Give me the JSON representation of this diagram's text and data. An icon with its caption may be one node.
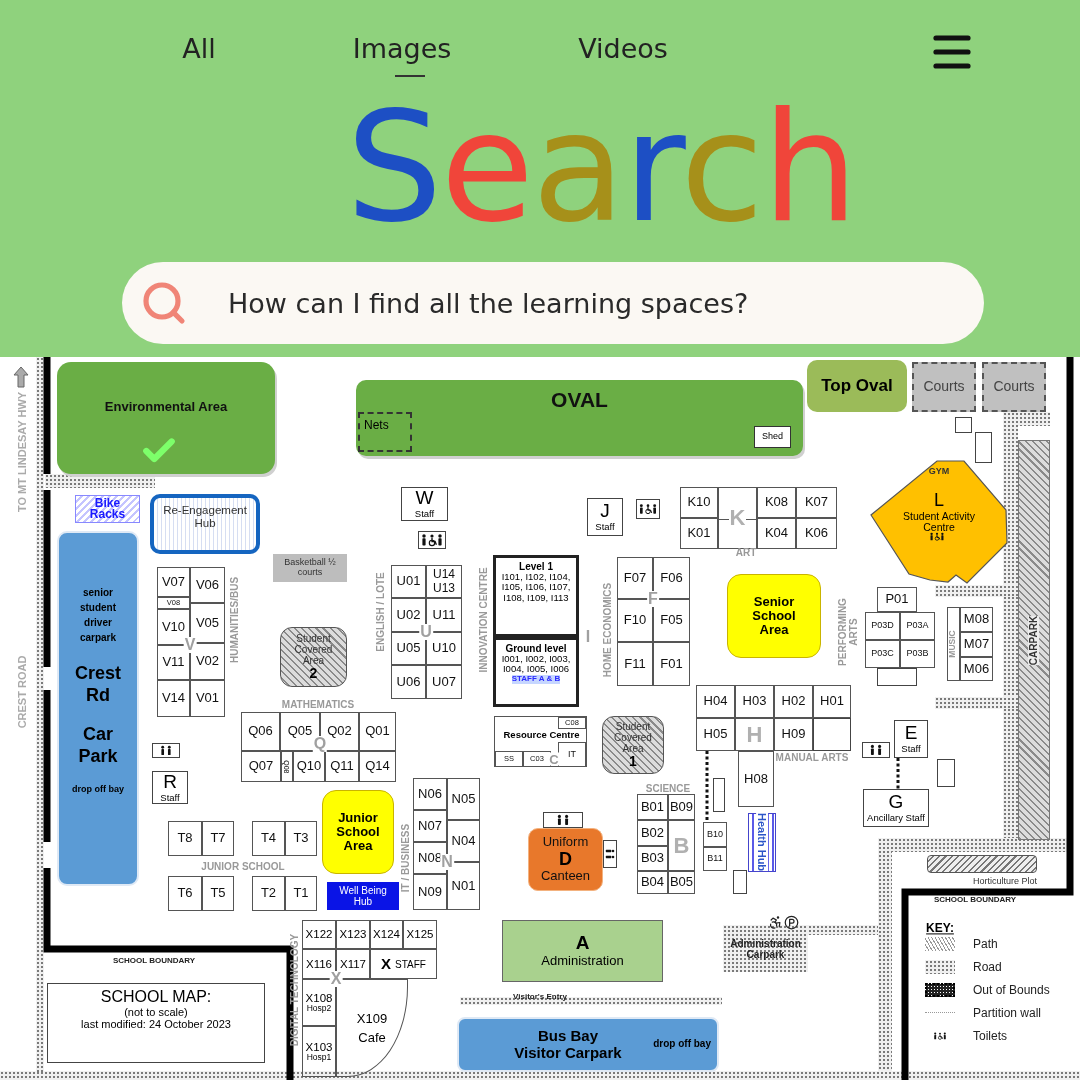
{
  "diagram": {
    "title": "Search",
    "nodes": [
      {
        "text": [
          "Environmental Area"
        ]
      },
      {
        "text": [
          "OVAL"
        ]
      },
      {
        "text": [
          "Nets"
        ],
        "in": 1
      },
      {
        "text": [
          "Shed"
        ],
        "in": 1
      },
      {
        "text": [
          "Top Oval"
        ]
      },
      {
        "text": [
          "Courts"
        ]
      },
      {
        "text": [
          "Courts"
        ]
      },
      {
        "text": [],
        "shape": "box"
      },
      {
        "text": [],
        "shape": "box"
      },
      {
        "text": [
          "Bike Racks"
        ]
      },
      {
        "text": [
          "Re-Engagement Hub"
        ]
      },
      {
        "text": [
          "W",
          "Staff"
        ]
      },
      {
        "text": [
          "Basketball ½ courts"
        ]
      },
      {
        "text": [
          "J",
          "Staff"
        ]
      },
      {
        "text": [
          "K10"
        ]
      },
      {
        "text": [
          "K"
        ]
      },
      {
        "text": [
          "K08"
        ]
      },
      {
        "text": [
          "K07"
        ]
      },
      {
        "text": [
          "K01"
        ]
      },
      {
        "text": [
          "K04"
        ]
      },
      {
        "text": [
          "K06"
        ]
      },
      {
        "text": [
          "GYM",
          "L",
          "Student Activity Centre"
        ]
      },
      {
        "text": [
          "senior student driver carpark",
          "Crest Rd",
          "Car Park",
          "drop off bay"
        ]
      },
      {
        "text": [
          "V07"
        ]
      },
      {
        "text": [
          "V06"
        ]
      },
      {
        "text": [
          "V08"
        ]
      },
      {
        "text": [
          "V10"
        ]
      },
      {
        "text": [
          "V05"
        ]
      },
      {
        "text": [
          "V11"
        ]
      },
      {
        "text": [
          "V02"
        ]
      },
      {
        "text": [
          "V14"
        ]
      },
      {
        "text": [
          "V01"
        ]
      },
      {
        "text": [
          "Student Covered Area",
          "2"
        ]
      },
      {
        "text": [
          "U01"
        ]
      },
      {
        "text": [
          "U14",
          "U13"
        ]
      },
      {
        "text": [
          "U02"
        ]
      },
      {
        "text": [
          "U11"
        ]
      },
      {
        "text": [
          "U05"
        ]
      },
      {
        "text": [
          "U10"
        ]
      },
      {
        "text": [
          "U06"
        ]
      },
      {
        "text": [
          "U07"
        ]
      },
      {
        "text": [
          "Level 1",
          "I101, I102, I104, I105, I106, I107, I108, I109, I113"
        ]
      },
      {
        "text": [
          "Ground level",
          "I001, I002, I003, I004, I005, I006",
          "STAFF A & B"
        ]
      },
      {
        "text": [
          "F07"
        ]
      },
      {
        "text": [
          "F06"
        ]
      },
      {
        "text": [
          "F10"
        ]
      },
      {
        "text": [
          "F05"
        ]
      },
      {
        "text": [
          "F11"
        ]
      },
      {
        "text": [
          "F01"
        ]
      },
      {
        "text": [
          "Senior School Area"
        ]
      },
      {
        "text": [
          "P01"
        ]
      },
      {
        "text": [
          "P03D"
        ]
      },
      {
        "text": [
          "P03A"
        ]
      },
      {
        "text": [
          "P03C"
        ]
      },
      {
        "text": [
          "P03B"
        ]
      },
      {
        "text": [],
        "shape": "box"
      },
      {
        "text": [
          "M08"
        ]
      },
      {
        "text": [
          "M07"
        ]
      },
      {
        "text": [
          "M06"
        ]
      },
      {
        "text": [
          "CARPARK"
        ]
      },
      {
        "text": [
          "Q06"
        ]
      },
      {
        "text": [
          "Q05"
        ]
      },
      {
        "text": [
          "Q02"
        ]
      },
      {
        "text": [
          "Q01"
        ]
      },
      {
        "text": [
          "Q07"
        ]
      },
      {
        "text": [
          "Q08"
        ]
      },
      {
        "text": [
          "Q10"
        ]
      },
      {
        "text": [
          "Q11"
        ]
      },
      {
        "text": [
          "Q14"
        ]
      },
      {
        "text": [
          "C"
        ]
      },
      {
        "text": [
          "C08"
        ],
        "in": 69
      },
      {
        "text": [
          "Resource Centre"
        ],
        "in": 69
      },
      {
        "text": [
          "IT"
        ],
        "in": 69
      },
      {
        "text": [
          "SS"
        ],
        "in": 69
      },
      {
        "text": [
          "C03"
        ],
        "in": 69
      },
      {
        "text": [
          "Student Covered Area",
          "1"
        ]
      },
      {
        "text": [
          "H04"
        ]
      },
      {
        "text": [
          "H03"
        ]
      },
      {
        "text": [
          "H02"
        ]
      },
      {
        "text": [
          "H01"
        ]
      },
      {
        "text": [
          "H05"
        ]
      },
      {
        "text": [
          "H"
        ]
      },
      {
        "text": [
          "H09"
        ]
      },
      {
        "text": [],
        "shape": "box"
      },
      {
        "text": [
          "H08"
        ]
      },
      {
        "text": [
          "E",
          "Staff"
        ]
      },
      {
        "text": [],
        "shape": "box"
      },
      {
        "text": [
          "G",
          "Ancillary Staff"
        ]
      },
      {
        "text": [
          "R",
          "Staff"
        ]
      },
      {
        "text": [
          "T8"
        ]
      },
      {
        "text": [
          "T7"
        ]
      },
      {
        "text": [
          "T4"
        ]
      },
      {
        "text": [
          "T3"
        ]
      },
      {
        "text": [
          "Junior School Area"
        ]
      },
      {
        "text": [
          "N06"
        ]
      },
      {
        "text": [
          "N05"
        ]
      },
      {
        "text": [
          "N07"
        ]
      },
      {
        "text": [
          "N04"
        ]
      },
      {
        "text": [
          "N08"
        ]
      },
      {
        "text": [
          "N09"
        ]
      },
      {
        "text": [
          "N01"
        ]
      },
      {
        "text": [
          "Uniform",
          "D",
          "Canteen"
        ]
      },
      {
        "text": [],
        "shape": "box"
      },
      {
        "text": [
          "B01"
        ]
      },
      {
        "text": [
          "B09"
        ]
      },
      {
        "text": [
          "B02"
        ]
      },
      {
        "text": [
          "B"
        ]
      },
      {
        "text": [
          "B10"
        ]
      },
      {
        "text": [
          "B03"
        ]
      },
      {
        "text": [
          "B11"
        ]
      },
      {
        "text": [
          "B04"
        ]
      },
      {
        "text": [
          "B05"
        ]
      },
      {
        "text": [
          "Health Hub"
        ]
      },
      {
        "text": [],
        "shape": "box"
      },
      {
        "text": [
          "Horticulture Plot"
        ]
      },
      {
        "text": [
          "T6"
        ]
      },
      {
        "text": [
          "T5"
        ]
      },
      {
        "text": [
          "T2"
        ]
      },
      {
        "text": [
          "T1"
        ]
      },
      {
        "text": [
          "Well Being Hub"
        ]
      },
      {
        "text": [
          "X122"
        ]
      },
      {
        "text": [
          "X123"
        ]
      },
      {
        "text": [
          "X124"
        ]
      },
      {
        "text": [
          "X125"
        ]
      },
      {
        "text": [
          "X116"
        ]
      },
      {
        "text": [
          "X117"
        ]
      },
      {
        "text": [
          "X",
          "STAFF"
        ]
      },
      {
        "text": [
          "X108",
          "Hosp2"
        ]
      },
      {
        "text": [
          "X109",
          "Cafe"
        ]
      },
      {
        "text": [
          "X103",
          "Hosp1"
        ]
      },
      {
        "text": [
          "A",
          "Administration"
        ]
      },
      {
        "text": [
          "Administration Carpark"
        ]
      },
      {
        "text": [
          "SCHOOL MAP:",
          "(not to scale)",
          "last modified: 24 October 2023"
        ]
      },
      {
        "text": [
          "Bus Bay",
          "Visitor Carpark",
          "drop off bay"
        ]
      }
    ],
    "edges": [
      {
        "from": 85,
        "to": 87,
        "arrow": "none",
        "style": "dashed"
      },
      {
        "from": 80,
        "to": 107,
        "arrow": "none",
        "style": "dashed"
      }
    ],
    "labels": [
      "All",
      "Images",
      "Videos",
      "How can I find all the learning spaces?",
      "TO MT LINDESAY HWY",
      "CREST ROAD",
      "HUMANITIES/BUS",
      "V",
      "ENGLISH / LOTE",
      "U",
      "INNOVATION CENTRE",
      "I",
      "ART",
      "HOME ECONOMICS",
      "F",
      "PERFORMING ARTS",
      "MUSIC",
      "MATHEMATICS",
      "Q",
      "MANUAL ARTS",
      "SCIENCE",
      "IT / BUSINESS",
      "N",
      "JUNIOR SCHOOL",
      "DIGITAL TECHNOLOGY",
      "X",
      "SCHOOL BOUNDARY",
      "Visitor's Entry",
      "SCHOOL BOUNDARY",
      "KEY:"
    ],
    "legend": [
      {
        "text": "Path"
      },
      {
        "text": "Road"
      },
      {
        "text": "Out of Bounds"
      },
      {
        "text": "Partition wall"
      },
      {
        "text": "Toilets"
      }
    ]
  }
}
